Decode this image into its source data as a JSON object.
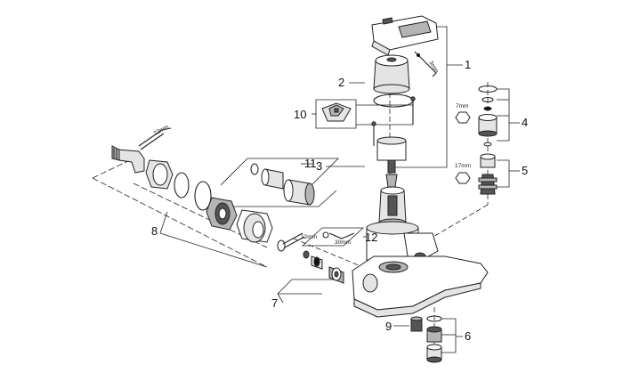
{
  "callouts": [
    {
      "id": "c1",
      "text": "1"
    },
    {
      "id": "c2",
      "text": "2"
    },
    {
      "id": "c3",
      "text": "3"
    },
    {
      "id": "c4",
      "text": "4"
    },
    {
      "id": "c5",
      "text": "5"
    },
    {
      "id": "c6",
      "text": "6"
    },
    {
      "id": "c7",
      "text": "7"
    },
    {
      "id": "c8",
      "text": "8"
    },
    {
      "id": "c9",
      "text": "9"
    },
    {
      "id": "c10",
      "text": "10"
    },
    {
      "id": "c11",
      "text": "11"
    },
    {
      "id": "c12",
      "text": "12"
    }
  ],
  "tool_sizes": {
    "hex_key_top": "3mm",
    "hex_key_valve": "7mm",
    "hex_key_cartridge": "17mm",
    "wrench_s_union": "22mm",
    "key_12": "12mm",
    "key_30": "30mm"
  },
  "colors": {
    "line": "#222222",
    "shade_light": "#e4e4e4",
    "shade_mid": "#b4b4b4",
    "shade_dark": "#555555"
  }
}
